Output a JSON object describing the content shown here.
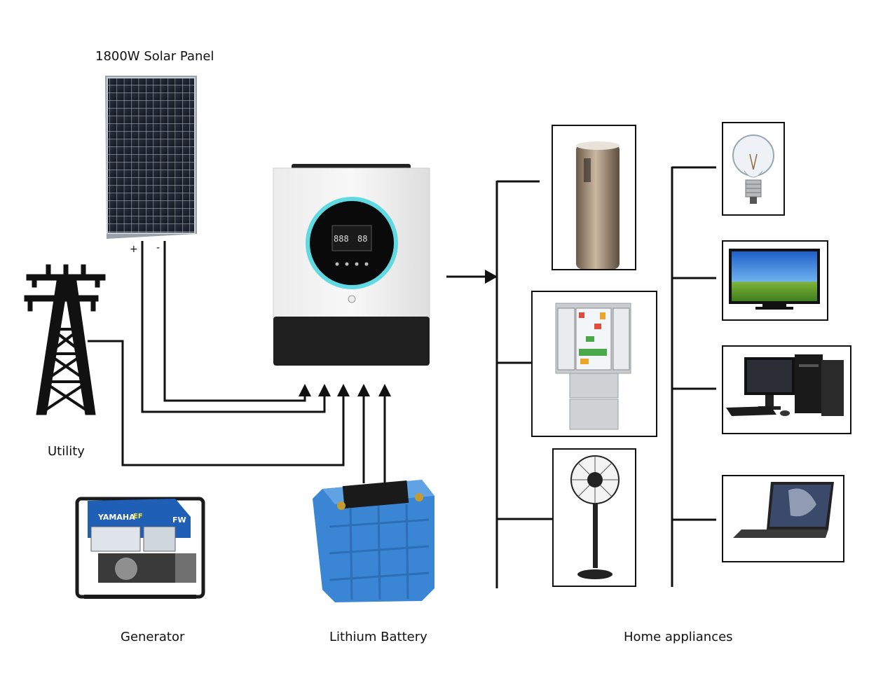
{
  "labels": {
    "solar_panel": "1800W Solar Panel",
    "utility": "Utility",
    "generator": "Generator",
    "battery": "Lithium Battery",
    "appliances": "Home appliances"
  },
  "polarity": {
    "plus": "+",
    "minus": "-"
  },
  "generator_brand": {
    "name": "YAMAHA",
    "model": "EF",
    "badge": "FW"
  },
  "inverter_display": {
    "readout_left": "888",
    "readout_right": "88"
  },
  "appliances": {
    "column_1": [
      "air-conditioner",
      "refrigerator",
      "standing-fan"
    ],
    "column_2": [
      "light-bulb",
      "television",
      "desktop-computer",
      "laptop"
    ]
  },
  "colors": {
    "line": "#111111",
    "inverter_ring": "#4fd6e0",
    "battery": "#3a86d4",
    "generator": "#1f5fb5"
  }
}
